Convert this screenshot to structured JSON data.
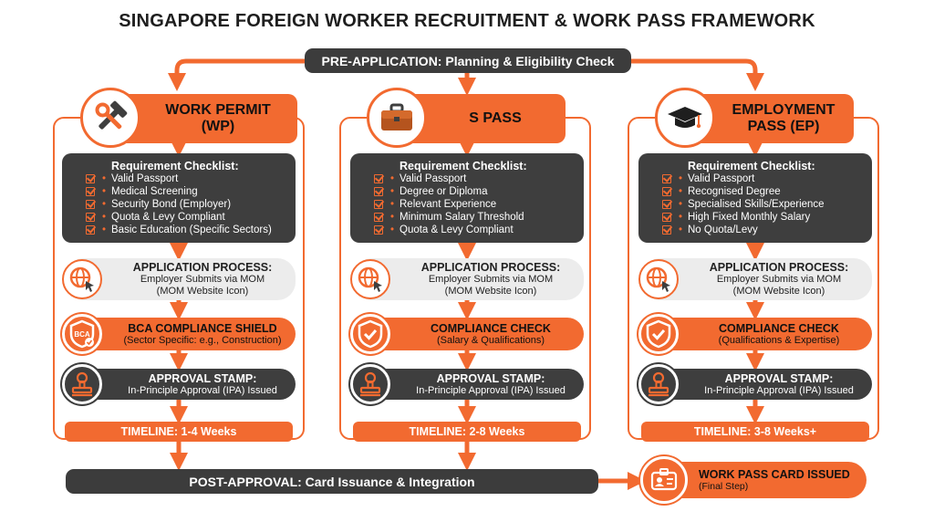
{
  "title": "SINGAPORE FOREIGN WORKER RECRUITMENT & WORK PASS FRAMEWORK",
  "pre_application": "PRE-APPLICATION: Planning & Eligibility Check",
  "post_approval": "POST-APPROVAL: Card Issuance & Integration",
  "final_step": {
    "title": "WORK PASS CARD ISSUED",
    "subtitle": "(Final Step)",
    "icon": "id-card-icon"
  },
  "colors": {
    "accent": "#f26a30",
    "dark": "#3e3e3e",
    "light": "#ececec"
  },
  "columns": [
    {
      "header_line1": "WORK PERMIT",
      "header_line2": "(WP)",
      "header_icon": "tools-icon",
      "checklist_title": "Requirement Checklist:",
      "checklist": [
        "Valid Passport",
        "Medical Screening",
        "Security Bond (Employer)",
        "Quota & Levy Compliant",
        "Basic Education (Specific Sectors)"
      ],
      "application_title": "APPLICATION PROCESS:",
      "application_line1": "Employer Submits via MOM",
      "application_line2": "(MOM Website Icon)",
      "compliance_title": "BCA COMPLIANCE SHIELD",
      "compliance_sub": "(Sector Specific: e.g., Construction)",
      "compliance_icon": "bca-shield-icon",
      "approval_title": "APPROVAL STAMP:",
      "approval_sub": "In-Principle Approval (IPA) Issued",
      "bca_label": "BCA",
      "timeline": "TIMELINE: 1-4 Weeks"
    },
    {
      "header_line1": "S PASS",
      "header_line2": "",
      "header_icon": "briefcase-icon",
      "checklist_title": "Requirement Checklist:",
      "checklist": [
        "Valid Passport",
        "Degree or Diploma",
        "Relevant Experience",
        "Minimum Salary Threshold",
        "Quota & Levy Compliant"
      ],
      "application_title": "APPLICATION PROCESS:",
      "application_line1": "Employer Submits via MOM",
      "application_line2": "(MOM Website Icon)",
      "compliance_title": "COMPLIANCE CHECK",
      "compliance_sub": "(Salary & Qualifications)",
      "compliance_icon": "shield-check-icon",
      "approval_title": "APPROVAL STAMP:",
      "approval_sub": "In-Principle Approval (IPA) Issued",
      "timeline": "TIMELINE: 2-8 Weeks"
    },
    {
      "header_line1": "EMPLOYMENT",
      "header_line2": "PASS (EP)",
      "header_icon": "graduation-cap-icon",
      "checklist_title": "Requirement Checklist:",
      "checklist": [
        "Valid Passport",
        "Recognised Degree",
        "Specialised Skills/Experience",
        "High Fixed Monthly Salary",
        "No Quota/Levy"
      ],
      "application_title": "APPLICATION PROCESS:",
      "application_line1": "Employer Submits via MOM",
      "application_line2": "(MOM Website Icon)",
      "compliance_title": "COMPLIANCE CHECK",
      "compliance_sub": "(Qualifications & Expertise)",
      "compliance_icon": "shield-check-icon",
      "approval_title": "APPROVAL STAMP:",
      "approval_sub": "In-Principle Approval (IPA) Issued",
      "timeline": "TIMELINE: 3-8 Weeks+"
    }
  ]
}
